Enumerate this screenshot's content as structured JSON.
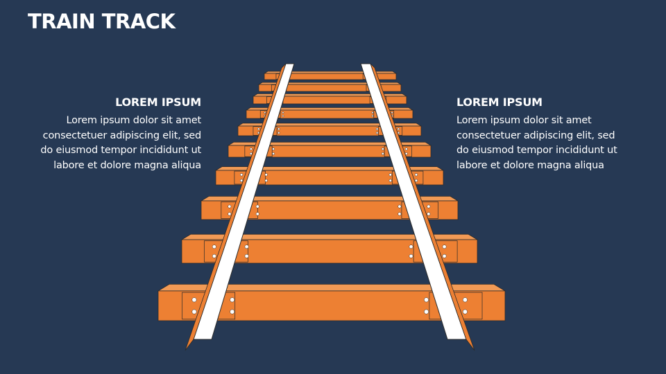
{
  "slide": {
    "title": "TRAIN TRACK"
  },
  "colors": {
    "background": "#263954",
    "sleeper": "#ed8033",
    "sleeper_outline": "#2b2b2b",
    "rail": "#ffffff"
  },
  "left_block": {
    "heading": "LOREM IPSUM",
    "body": "Lorem ipsum dolor sit amet consectetuer adipiscing elit, sed do eiusmod tempor incididunt ut labore et dolore magna aliqua"
  },
  "right_block": {
    "heading": "LOREM IPSUM",
    "body": "Lorem ipsum dolor sit amet consectetuer adipiscing elit, sed do eiusmod tempor incididunt ut labore et dolore magna aliqua"
  }
}
